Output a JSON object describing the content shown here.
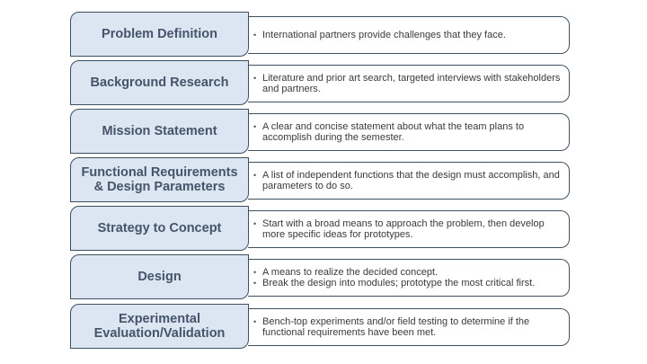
{
  "diagram": {
    "colors": {
      "stage_fill": "#dce6f2",
      "stage_text": "#44546a",
      "border": "#3f4f62",
      "desc_fill": "#ffffff",
      "desc_text": "#3a3a3a"
    },
    "stages": [
      {
        "label": "Problem Definition",
        "bullets": [
          "International partners provide challenges that they face."
        ]
      },
      {
        "label": "Background Research",
        "bullets": [
          "Literature and prior art search, targeted interviews with stakeholders and partners."
        ]
      },
      {
        "label": "Mission Statement",
        "bullets": [
          "A clear and concise statement about what the team plans to accomplish during the semester."
        ]
      },
      {
        "label": "Functional Requirements\n& Design Parameters",
        "bullets": [
          "A list of independent functions that the design must accomplish, and parameters to do so."
        ]
      },
      {
        "label": "Strategy to Concept",
        "bullets": [
          "Start with a broad means to approach the problem, then develop more specific ideas for prototypes."
        ]
      },
      {
        "label": "Design",
        "bullets": [
          "A means to realize the decided concept.",
          "Break the design into modules; prototype the most critical first."
        ]
      },
      {
        "label": "Experimental\nEvaluation/Validation",
        "bullets": [
          "Bench-top experiments and/or field testing to determine if the functional requirements have been met."
        ]
      }
    ]
  }
}
